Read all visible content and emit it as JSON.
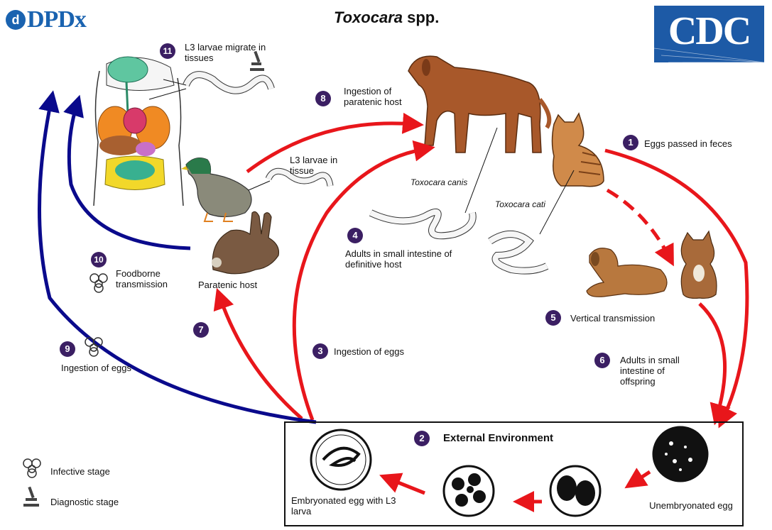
{
  "title": {
    "italic": "Toxocara",
    "rest": " spp."
  },
  "logos": {
    "left": "DPDx",
    "left_mark": "d",
    "right": "CDC"
  },
  "steps": [
    {
      "n": "1",
      "text": "Eggs passed in feces"
    },
    {
      "n": "2",
      "text": "External Environment"
    },
    {
      "n": "3",
      "text": "Ingestion of eggs"
    },
    {
      "n": "4",
      "text": "Adults in small intestine of definitive host"
    },
    {
      "n": "5",
      "text": "Vertical transmission"
    },
    {
      "n": "6",
      "text": "Adults in small intestine of offspring"
    },
    {
      "n": "7",
      "text": ""
    },
    {
      "n": "8",
      "text": "Ingestion of paratenic host"
    },
    {
      "n": "9",
      "text": "Ingestion of eggs"
    },
    {
      "n": "10",
      "text": "Foodborne transmission"
    },
    {
      "n": "11",
      "text": "L3 larvae migrate in tissues"
    }
  ],
  "labels": {
    "l3_tissue": "L3 larvae in tissue",
    "toxocara_canis": "Toxocara canis",
    "toxocara_cati": "Toxocara cati",
    "paratenic_host": "Paratenic host",
    "embryonated": "Embryonated egg with L3 larva",
    "unembryonated": "Unembryonated egg"
  },
  "legend": {
    "infective": "Infective stage",
    "diagnostic": "Diagnostic stage"
  },
  "colors": {
    "red_arrow": "#e8161b",
    "blue_arrow": "#0a0a8c",
    "badge": "#3b1f63",
    "brand": "#1d5aa6"
  },
  "icons": [
    "biohazard-icon",
    "microscope-icon"
  ]
}
